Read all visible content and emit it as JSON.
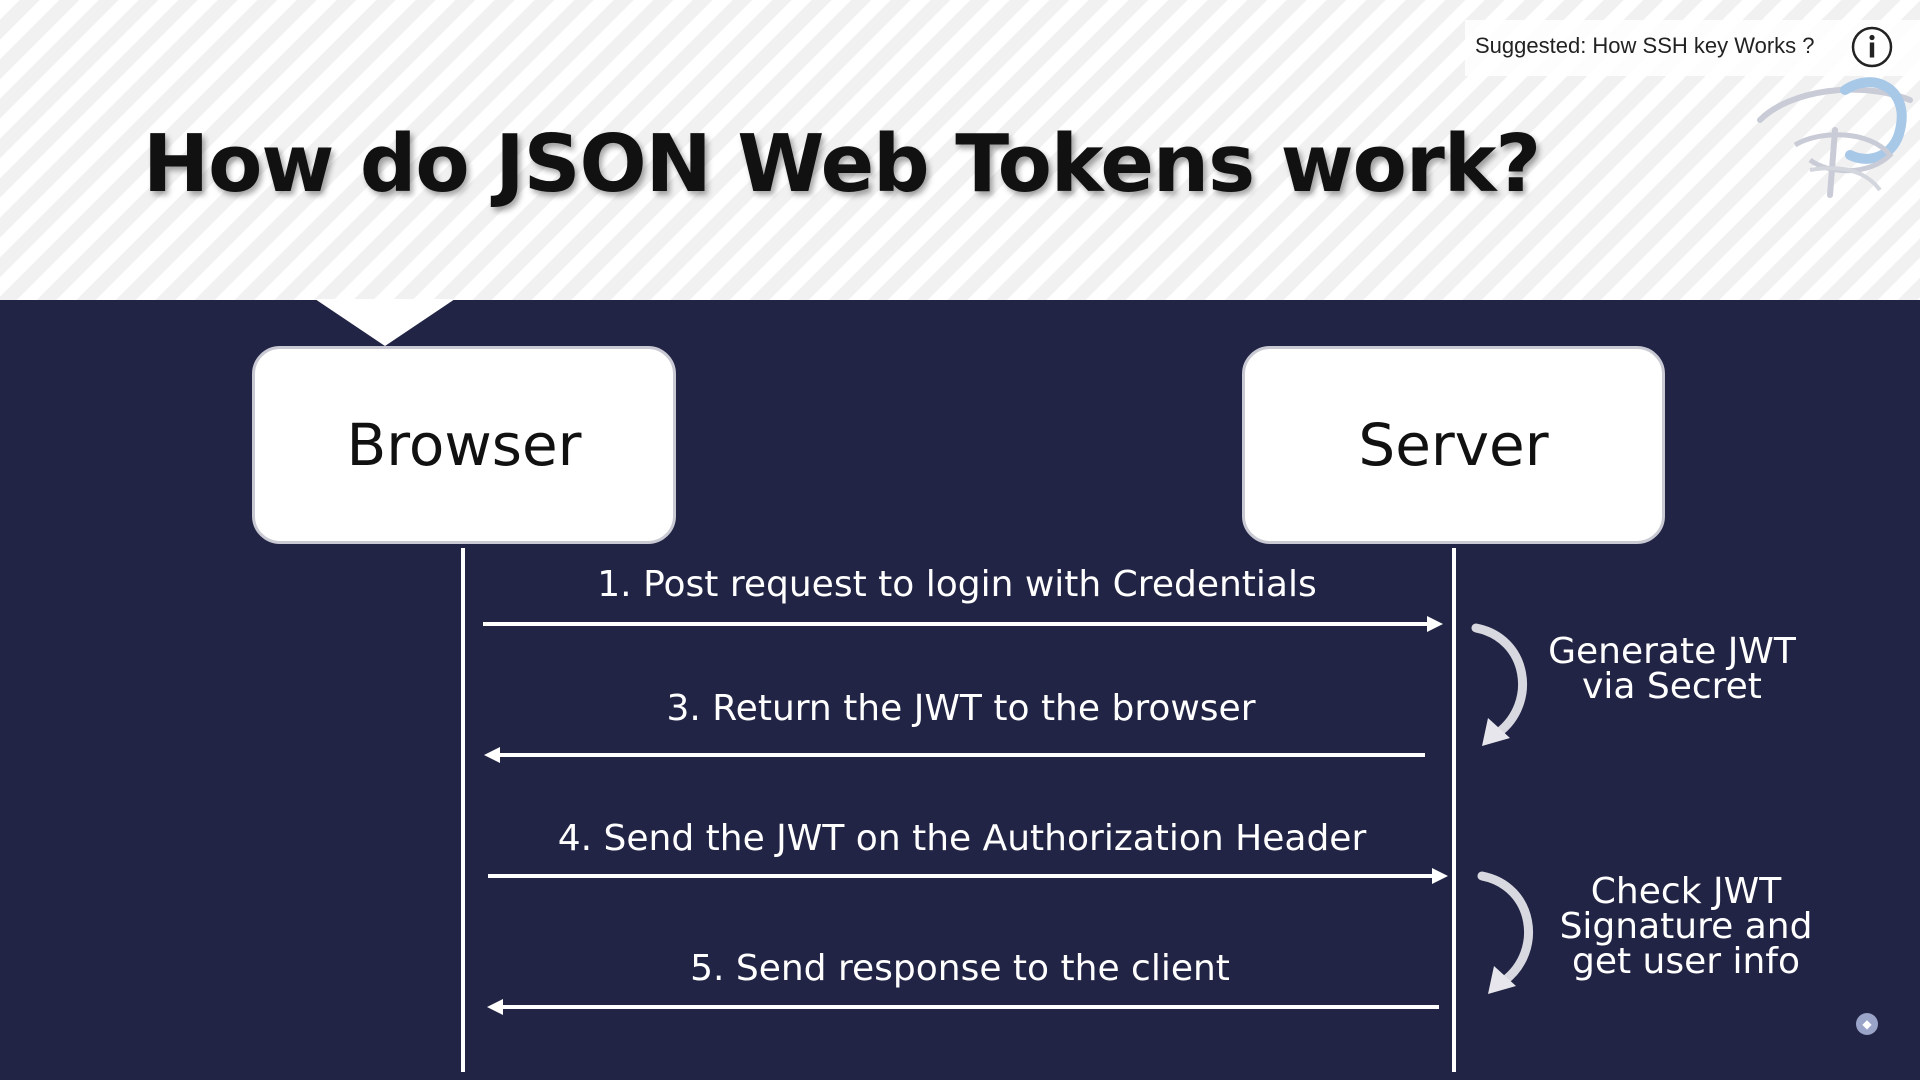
{
  "slide": {
    "title": "How do JSON Web Tokens work?"
  },
  "overlay": {
    "suggested_label": "Suggested: How SSH key Works ?",
    "info_icon": "info-icon"
  },
  "actors": {
    "browser": "Browser",
    "server": "Server"
  },
  "messages": [
    {
      "label": "1. Post request to login with Credentials",
      "direction": "browser-to-server"
    },
    {
      "label": "3. Return the JWT to the browser",
      "direction": "server-to-browser"
    },
    {
      "label": "4. Send the JWT on the Authorization Header",
      "direction": "browser-to-server"
    },
    {
      "label": "5. Send response to the client",
      "direction": "server-to-browser"
    }
  ],
  "server_notes": [
    {
      "lines": [
        "Generate JWT",
        "via Secret"
      ]
    },
    {
      "lines": [
        "Check JWT",
        "Signature and",
        "get user info"
      ]
    }
  ],
  "colors": {
    "background": "#222445",
    "foreground": "#ffffff",
    "title": "#111111"
  }
}
